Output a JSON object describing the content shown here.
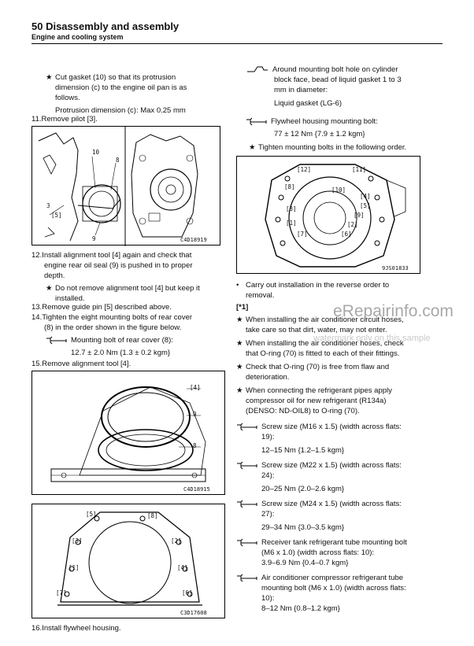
{
  "header": {
    "title": "50 Disassembly and assembly",
    "subtitle": "Engine and cooling system"
  },
  "left": {
    "l1": "Cut gasket (10) so that its protrusion",
    "l2": "dimension (c) to the engine oil pan is as",
    "l3": "follows.",
    "l4": "Protrusion dimension (c): Max 0.25 mm",
    "l5": "11.Remove pilot [3].",
    "l6": "12.Install alignment tool [4] again and check that",
    "l7": "engine rear oil seal (9) is pushed in to proper",
    "l8": "depth.",
    "l9": "Do not remove alignment tool [4] but keep it",
    "l10": "installed.",
    "l11": "13.Remove guide pin [5] described above.",
    "l12": "14.Tighten the eight mounting bolts of rear cover",
    "l13": "(8) in the order shown in the figure below.",
    "l14": "Mounting bolt of rear cover (8):",
    "l15": "12.7 ± 2.0 Nm {1.3 ± 0.2 kgm}",
    "l16": "15.Remove alignment tool [4].",
    "l17": "16.Install flywheel housing."
  },
  "right": {
    "r1": "Around mounting bolt hole on cylinder",
    "r2": "block face, bead of liquid gasket 1 to 3",
    "r3": "mm in diameter:",
    "r4": "Liquid gasket (LG-6)",
    "r5": "Flywheel housing mounting bolt:",
    "r6": "77 ± 12 Nm {7.9 ± 1.2 kgm}",
    "r7": "Tighten mounting bolts in the following order.",
    "r8": "Carry out installation in the reverse order to",
    "r9": "removal.",
    "r10": "[*1]",
    "r11": "When installing the air conditioner circuit hoses,",
    "r12": "take care so that dirt, water, may not enter.",
    "r13": "When installing the air conditioner hoses, check",
    "r14": "that O-ring (70) is fitted to each of their fittings.",
    "r15": "Check that O-ring (70) is free from flaw and",
    "r16": "deterioration.",
    "r17": "When connecting the refrigerant pipes apply",
    "r18": "compressor oil for new refrigerant (R134a)",
    "r19": "(DENSO: ND-OIL8) to O-ring (70).",
    "r20": "Screw size (M16 x 1.5) (width across flats:",
    "r21": "19):",
    "r22": "12–15 Nm {1.2–1.5 kgm}",
    "r23": "Screw size (M22 x 1.5) (width across flats:",
    "r24": "24):",
    "r25": "20–25 Nm {2.0–2.6 kgm}",
    "r26": "Screw size (M24 x 1.5) (width across flats:",
    "r27": "27):",
    "r28": "29–34 Nm {3.0–3.5 kgm}",
    "r29": "Receiver tank refrigerant tube mounting bolt",
    "r30": "(M6 x 1.0) (width across flats: 10):",
    "r31": "3.9–6.9 Nm {0.4–0.7 kgm}",
    "r32": "Air conditioner compressor refrigerant tube",
    "r33": "mounting bolt (M6 x 1.0) (width across flats:",
    "r34": "10):",
    "r35": "8–12 Nm {0.8–1.2 kgm}"
  },
  "figures": {
    "fig1_code": "C4D18919",
    "fig1_c10": "10",
    "fig1_c8": "8",
    "fig1_c3": "3",
    "fig1_c5": "[5]",
    "fig1_c9": "9",
    "fig2_code": "C4D18915",
    "fig2_c4": "[4]",
    "fig2_c9": "9",
    "fig2_c8": "8",
    "fig3_code": "C3D17608",
    "fig3_n1": "[1]",
    "fig3_n2": "[2]",
    "fig3_n3": "[3]",
    "fig3_n4": "[4]",
    "fig3_n5": "[5]",
    "fig3_n6": "[6]",
    "fig3_n7": "[7]",
    "fig3_n8": "[8]",
    "fig4_code": "9JS01833",
    "fig4_n1": "[1]",
    "fig4_n2": "[2]",
    "fig4_n3": "[3]",
    "fig4_n4": "[4]",
    "fig4_n5": "[5]",
    "fig4_n6": "[6]",
    "fig4_n7": "[7]",
    "fig4_n8": "[8]",
    "fig4_n9": "[9]",
    "fig4_n10": "[10]",
    "fig4_n11": "[11]",
    "fig4_n12": "[12]"
  },
  "watermark": {
    "main": "eRepairinfo.com",
    "sub": "watermark only on this sample"
  }
}
